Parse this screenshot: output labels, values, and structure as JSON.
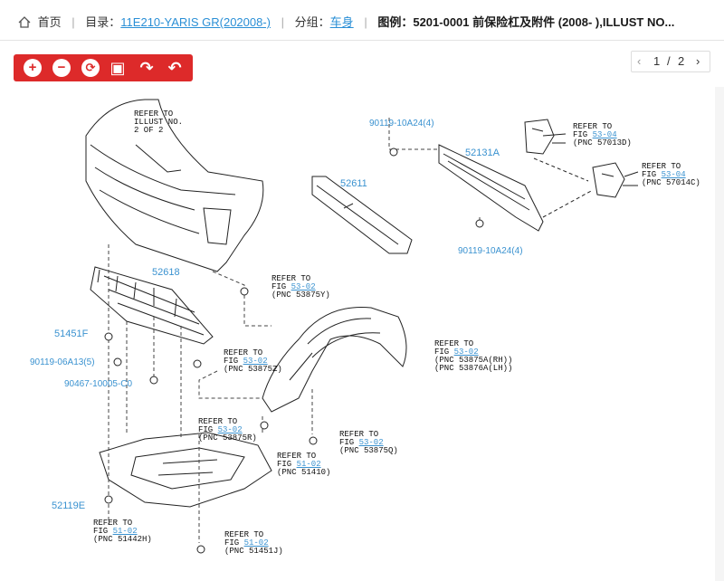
{
  "breadcrumb": {
    "home": "首页",
    "catalog_label": "目录：",
    "catalog_link": "11E210-YARIS GR(202008-)",
    "group_label": "分组：",
    "group_link": "车身",
    "figure_label": "图例：",
    "figure_title": "5201-0001 前保险杠及附件 (2008- ),ILLUST NO..."
  },
  "toolbar": {
    "zoom_in": "+",
    "zoom_out": "−",
    "reset": "⟳",
    "print": "▣",
    "redo": "↷",
    "undo": "↶"
  },
  "pager": {
    "prev": "‹",
    "current": "1",
    "sep": "/",
    "total": "2",
    "next": "›"
  },
  "diagram": {
    "top_note": "REFER TO\nILLUST NO.\n2 OF 2",
    "parts": {
      "p90119_10A24_top": "90119-10A24(4)",
      "p52131A": "52131A",
      "p52611": "52611",
      "p90119_10A24_bot": "90119-10A24(4)",
      "p52618": "52618",
      "p51451F": "51451F",
      "p90119_06A13": "90119-06A13(5)",
      "p90467_10005": "90467-10005-C0",
      "p52119E": "52119E"
    },
    "refs": [
      {
        "pre": "REFER TO\nFIG ",
        "fig": "53-04",
        "post": "\n(PNC 57013D)"
      },
      {
        "pre": "REFER TO\nFIG ",
        "fig": "53-04",
        "post": "\n(PNC 57014C)"
      },
      {
        "pre": "REFER TO\nFIG ",
        "fig": "53-02",
        "post": "\n(PNC 53875Y)"
      },
      {
        "pre": "REFER TO\nFIG ",
        "fig": "53-02",
        "post": "\n(PNC 53875Z)"
      },
      {
        "pre": "REFER TO\nFIG ",
        "fig": "53-02",
        "post": "\n(PNC 53875A(RH))\n(PNC 53876A(LH))"
      },
      {
        "pre": "REFER TO\nFIG ",
        "fig": "53-02",
        "post": "\n(PNC 53875R)"
      },
      {
        "pre": "REFER TO\nFIG ",
        "fig": "53-02",
        "post": "\n(PNC 53875Q)"
      },
      {
        "pre": "REFER TO\nFIG ",
        "fig": "51-02",
        "post": "\n(PNC 51410)"
      },
      {
        "pre": "REFER TO\nFIG ",
        "fig": "51-02",
        "post": "\n(PNC 51442H)"
      },
      {
        "pre": "REFER TO\nFIG ",
        "fig": "51-02",
        "post": "\n(PNC 51451J)"
      }
    ]
  },
  "colors": {
    "toolbar": "#dd2a2a",
    "link": "#3a92d0"
  }
}
